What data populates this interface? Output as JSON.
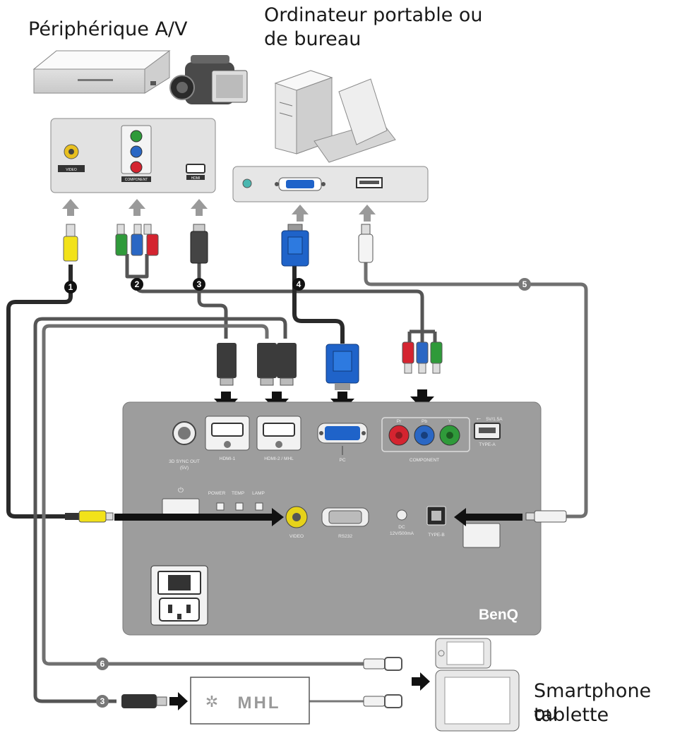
{
  "labels": {
    "av_device": "Périphérique A/V",
    "computer_line1": "Ordinateur portable ou",
    "computer_line2": "de bureau",
    "mobile_line1": "Smartphone ou",
    "mobile_line2": "tablette"
  },
  "callouts": [
    "1",
    "2",
    "3",
    "4",
    "5",
    "6",
    "3"
  ],
  "source_ports": {
    "video": "VIDEO",
    "component": "COMPONENT",
    "hdmi": "HDMI"
  },
  "projector_ports": {
    "sync_out": "3D SYNC OUT",
    "sync_out_sub": "(5V)",
    "hdmi1": "HDMI-1",
    "hdmi2": "HDMI-2 / MHL",
    "pc": "PC",
    "component": "COMPONENT",
    "comp_pr": "Pr",
    "comp_pb": "Pb",
    "comp_y": "Y",
    "usb_power": "5V/1.5A",
    "type_a": "TYPE-A",
    "power": "POWER",
    "temp": "TEMP",
    "lamp": "LAMP",
    "video": "VIDEO",
    "rs232": "RS232",
    "dc_out": "DC",
    "dc_out_sub": "12V/500mA",
    "type_b": "TYPE-B"
  },
  "brand": "BenQ",
  "mhl_logo": "MHL",
  "colors": {
    "panel": "#9d9d9d",
    "cable": "#707070",
    "yellow": "#f2e21a",
    "red": "#d42430",
    "green": "#2f9a3a",
    "blue": "#2a67c4",
    "vga_blue": "#1f63c9"
  }
}
